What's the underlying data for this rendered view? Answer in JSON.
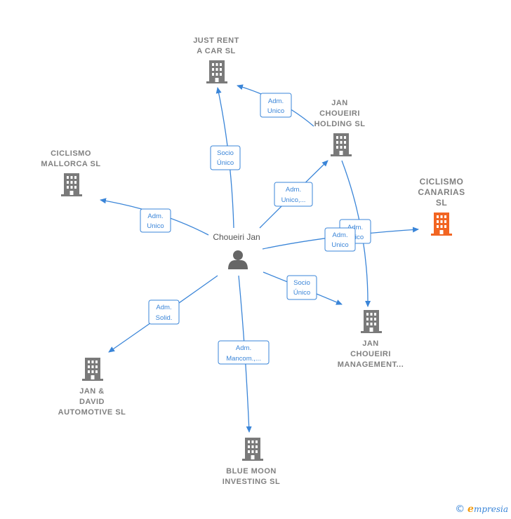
{
  "person": {
    "name": "Choueiri Jan"
  },
  "nodes": [
    {
      "id": "just-rent",
      "lines": [
        "JUST RENT",
        "A CAR  SL"
      ],
      "focus": false
    },
    {
      "id": "jan-holding",
      "lines": [
        "JAN",
        "CHOUEIRI",
        "HOLDING  SL"
      ],
      "focus": false
    },
    {
      "id": "ciclismo-mallorca",
      "lines": [
        "CICLISMO",
        "MALLORCA  SL"
      ],
      "focus": false
    },
    {
      "id": "ciclismo-canarias",
      "lines": [
        "CICLISMO",
        "CANARIAS",
        "SL"
      ],
      "focus": true
    },
    {
      "id": "jan-management",
      "lines": [
        "JAN",
        "CHOUEIRI",
        "MANAGEMENT..."
      ],
      "focus": false
    },
    {
      "id": "jan-david",
      "lines": [
        "JAN &",
        "DAVID",
        "AUTOMOTIVE SL"
      ],
      "focus": false
    },
    {
      "id": "blue-moon",
      "lines": [
        "BLUE MOON",
        "INVESTING  SL"
      ],
      "focus": false
    }
  ],
  "edges": [
    {
      "id": "to-just-rent",
      "lines": [
        "Socio",
        "Único"
      ]
    },
    {
      "id": "holding-to-just-rent",
      "lines": [
        "Adm.",
        "Unico"
      ]
    },
    {
      "id": "to-holding",
      "lines": [
        "Adm.",
        "Unico,..."
      ]
    },
    {
      "id": "to-mallorca",
      "lines": [
        "Adm.",
        "Unico"
      ]
    },
    {
      "id": "holding-to-management",
      "lines": [
        "Adm.",
        "Unico"
      ]
    },
    {
      "id": "to-canarias",
      "lines": [
        "Adm.",
        "Unico"
      ]
    },
    {
      "id": "to-management",
      "lines": [
        "Socio",
        "Único"
      ]
    },
    {
      "id": "to-jan-david",
      "lines": [
        "Adm.",
        "Solid."
      ]
    },
    {
      "id": "to-blue-moon",
      "lines": [
        "Adm.",
        "Mancom.,..."
      ]
    }
  ],
  "colors": {
    "edge": "#3a85d8",
    "building": "#7a7a7a",
    "focus_building": "#f26522",
    "person": "#666666"
  },
  "footer": {
    "copyright": "©",
    "brand_initial": "e",
    "brand_rest": "mpresia"
  }
}
